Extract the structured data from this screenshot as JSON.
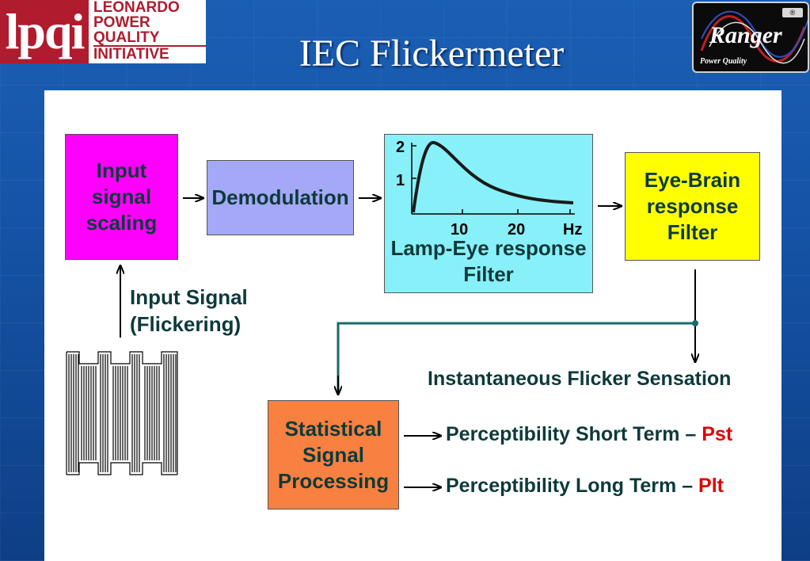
{
  "slide": {
    "title": "IEC Flickermeter"
  },
  "logos": {
    "lpqi_mark": "lpqi",
    "lpqi_lines": [
      "LEONARDO",
      "POWER",
      "QUALITY",
      "INITIATIVE"
    ],
    "ranger_name": "Ranger",
    "ranger_tagline": "Power Quality",
    "ranger_badge": "®"
  },
  "diagram": {
    "blocks": {
      "input_scaling": {
        "lines": [
          "Input",
          "signal",
          "scaling"
        ],
        "color": "#ff00ff"
      },
      "demodulation": {
        "label": "Demodulation",
        "color": "#a4a8f6"
      },
      "lamp_eye": {
        "lines": [
          "Lamp-Eye response",
          "Filter"
        ],
        "color": "#88f0f8",
        "y_ticks": [
          "2",
          "1"
        ],
        "x_ticks": [
          "10",
          "20",
          "Hz"
        ]
      },
      "eye_brain": {
        "lines": [
          "Eye-Brain",
          "response",
          "Filter"
        ],
        "color": "#ffff00"
      },
      "statistical": {
        "lines": [
          "Statistical",
          "Signal",
          "Processing"
        ],
        "color": "#f88040"
      }
    },
    "input_signal": {
      "line1": "Input Signal",
      "line2": "(Flickering)"
    },
    "instantaneous_label": "Instantaneous Flicker Sensation",
    "outputs": {
      "pst": {
        "text": "Perceptibility Short Term – ",
        "code": "Pst"
      },
      "plt": {
        "text": "Perceptibility Long Term – ",
        "code": "Plt"
      }
    },
    "colors": {
      "accent_red": "#e00000",
      "text_teal": "#0d3a3a"
    }
  }
}
